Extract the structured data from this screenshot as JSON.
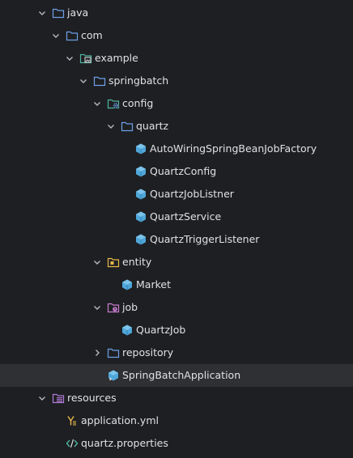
{
  "tree": {
    "items": [
      {
        "label": "java",
        "icon": "folder-icon",
        "expanded": true
      },
      {
        "label": "com",
        "icon": "folder-icon",
        "expanded": true
      },
      {
        "label": "example",
        "icon": "folder-image-icon",
        "expanded": true
      },
      {
        "label": "springbatch",
        "icon": "folder-icon",
        "expanded": true
      },
      {
        "label": "config",
        "icon": "folder-gear-icon",
        "expanded": true
      },
      {
        "label": "quartz",
        "icon": "folder-icon",
        "expanded": true
      },
      {
        "label": "AutoWiringSpringBeanJobFactory",
        "icon": "java-class-icon"
      },
      {
        "label": "QuartzConfig",
        "icon": "java-class-icon"
      },
      {
        "label": "QuartzJobListner",
        "icon": "java-class-icon"
      },
      {
        "label": "QuartzService",
        "icon": "java-class-icon"
      },
      {
        "label": "QuartzTriggerListener",
        "icon": "java-class-icon"
      },
      {
        "label": "entity",
        "icon": "folder-entity-icon",
        "expanded": true
      },
      {
        "label": "Market",
        "icon": "java-class-icon"
      },
      {
        "label": "job",
        "icon": "folder-job-icon",
        "expanded": true
      },
      {
        "label": "QuartzJob",
        "icon": "java-class-icon"
      },
      {
        "label": "repository",
        "icon": "folder-icon",
        "expanded": false
      },
      {
        "label": "SpringBatchApplication",
        "icon": "spring-app-icon",
        "selected": true
      },
      {
        "label": "resources",
        "icon": "folder-resources-icon",
        "expanded": true
      },
      {
        "label": "application.yml",
        "icon": "yaml-file-icon"
      },
      {
        "label": "quartz.properties",
        "icon": "properties-file-icon"
      }
    ]
  },
  "colors": {
    "background": "#1e1f22",
    "selected_row": "#2e3034",
    "text": "#dfe1e5",
    "folder_blue": "#6d9fe8",
    "class_blue": "#4fa6d9",
    "chevron": "#b4b8bf",
    "resources_purple": "#b27ad6",
    "entity_yellow": "#e6b84a"
  }
}
